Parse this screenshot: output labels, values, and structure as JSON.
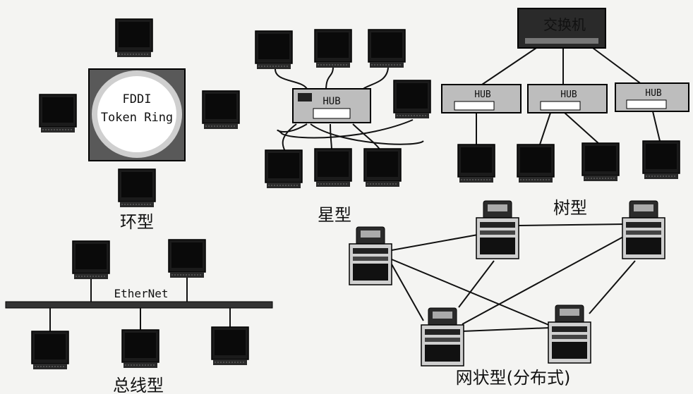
{
  "ring": {
    "center_text_1": "FDDI",
    "center_text_2": "Token Ring",
    "caption": "环型"
  },
  "star": {
    "hub_label": "HUB",
    "caption": "星型"
  },
  "tree": {
    "switch_label": "交换机",
    "hub_label_1": "HUB",
    "hub_label_2": "HUB",
    "hub_label_3": "HUB",
    "caption": "树型"
  },
  "bus": {
    "bus_label": "EtherNet",
    "caption": "总线型"
  },
  "mesh": {
    "caption": "网状型(分布式)"
  }
}
